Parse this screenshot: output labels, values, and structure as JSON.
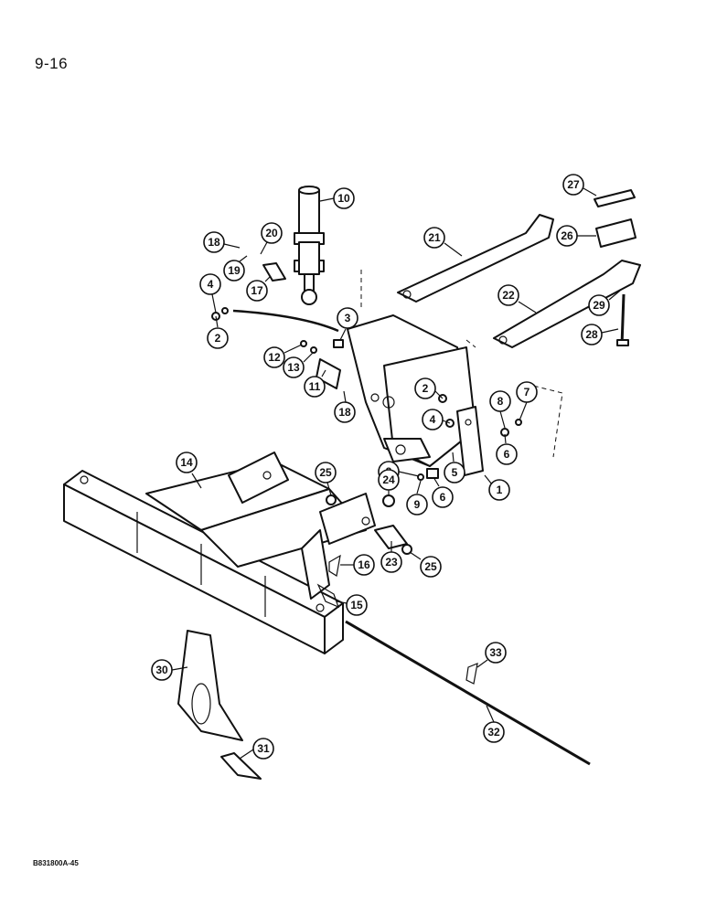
{
  "page_number": "9-16",
  "figure_code": "B831800A-45",
  "callouts": [
    "1",
    "2",
    "2",
    "3",
    "4",
    "4",
    "5",
    "6",
    "6",
    "7",
    "8",
    "8",
    "9",
    "10",
    "11",
    "12",
    "13",
    "14",
    "15",
    "16",
    "17",
    "18",
    "19",
    "20",
    "21",
    "22",
    "23",
    "24",
    "25",
    "25",
    "26",
    "27",
    "28",
    "29",
    "30",
    "31",
    "32",
    "33",
    "18"
  ]
}
